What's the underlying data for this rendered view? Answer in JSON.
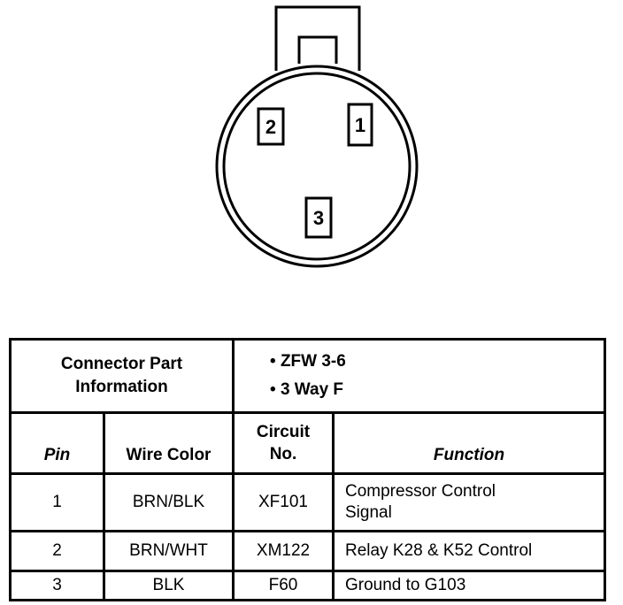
{
  "connector": {
    "pins": [
      {
        "label": "1"
      },
      {
        "label": "2"
      },
      {
        "label": "3"
      }
    ]
  },
  "part_info": {
    "label_line1": "Connector Part",
    "label_line2": "Information",
    "bullets": [
      "ZFW 3-6",
      "3 Way F"
    ]
  },
  "table": {
    "headers": {
      "pin": "Pin",
      "wire_color": "Wire Color",
      "circuit_line1": "Circuit",
      "circuit_line2": "No.",
      "function": "Function"
    },
    "rows": [
      {
        "pin": "1",
        "wire": "BRN/BLK",
        "circuit": "XF101",
        "func_line1": "Compressor Control",
        "func_line2": "Signal"
      },
      {
        "pin": "2",
        "wire": "BRN/WHT",
        "circuit": "XM122",
        "func_line1": "Relay K28 & K52 Control",
        "func_line2": ""
      },
      {
        "pin": "3",
        "wire": "BLK",
        "circuit": "F60",
        "func_line1": "Ground to G103",
        "func_line2": ""
      }
    ]
  }
}
